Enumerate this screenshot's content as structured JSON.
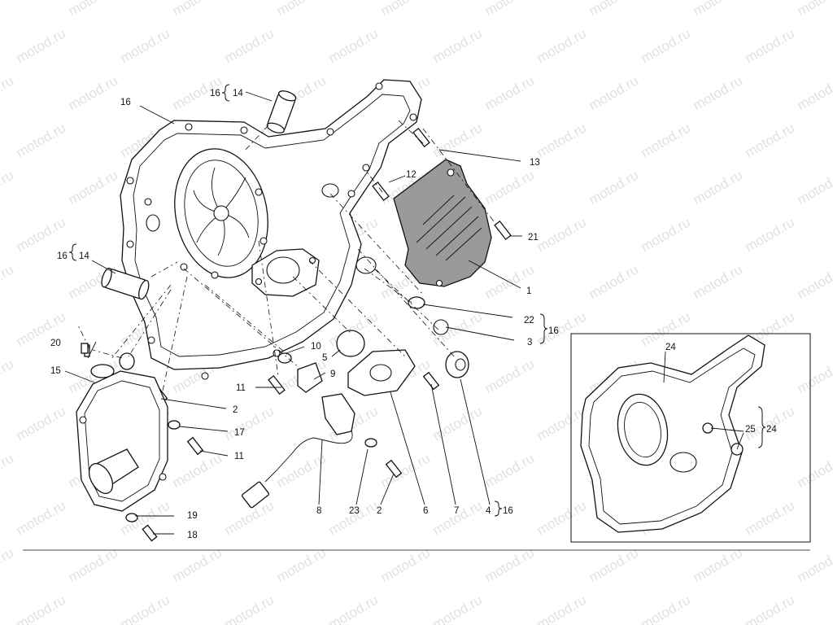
{
  "watermark": "motod.ru",
  "callouts": {
    "c1": "1",
    "c2a": "2",
    "c2b": "2",
    "c3": "3",
    "c4": "4",
    "c5": "5",
    "c6": "6",
    "c7": "7",
    "c8": "8",
    "c9": "9",
    "c10": "10",
    "c11a": "11",
    "c11b": "11",
    "c12": "12",
    "c13": "13",
    "c14a": "14",
    "c14b": "14",
    "c15": "15",
    "c16main": "16",
    "c16a": "16",
    "c16b": "16",
    "c16c": "16",
    "c16d": "16",
    "c17": "17",
    "c18": "18",
    "c19": "19",
    "c20": "20",
    "c21": "21",
    "c22": "22",
    "c23": "23",
    "c24a": "24",
    "c24b": "24",
    "c25": "25"
  }
}
